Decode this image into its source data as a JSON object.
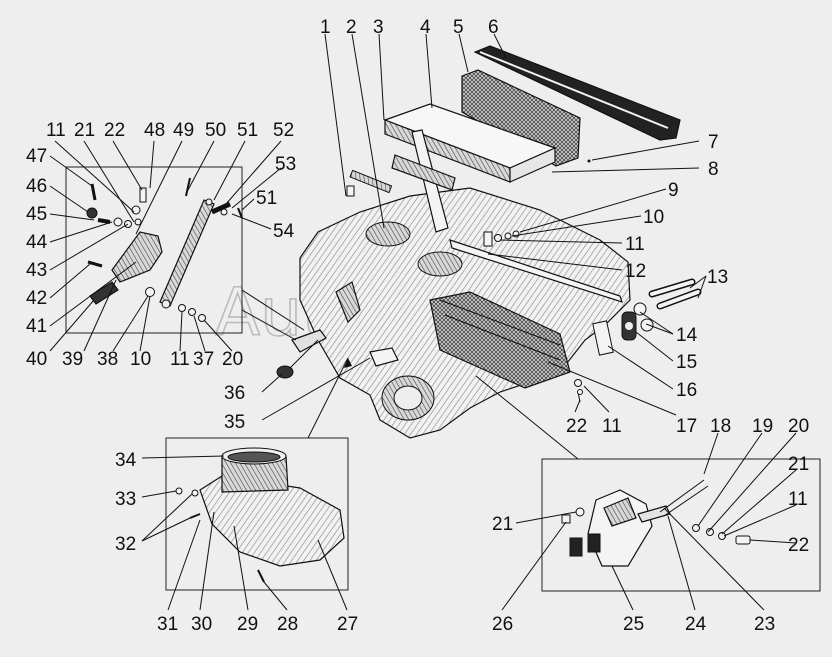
{
  "watermark": "AutoSoft",
  "palette": {
    "background": "#eeeeee",
    "ink": "#111111",
    "hatch": "#9a9a9a",
    "light": "#f4f4f4"
  },
  "callouts": {
    "c1": "1",
    "c2": "2",
    "c3": "3",
    "c4": "4",
    "c5": "5",
    "c6": "6",
    "c7": "7",
    "c8": "8",
    "c9": "9",
    "c10a": "10",
    "c11a": "11",
    "c12": "12",
    "c13": "13",
    "c14": "14",
    "c15": "15",
    "c16": "16",
    "c22a": "22",
    "c11b": "11",
    "c17": "17",
    "l11": "11",
    "l21": "21",
    "l22": "22",
    "l48": "48",
    "l49": "49",
    "l50": "50",
    "l51": "51",
    "l52": "52",
    "l53": "53",
    "l51b": "51",
    "l54": "54",
    "l47": "47",
    "l46": "46",
    "l45": "45",
    "l44": "44",
    "l43": "43",
    "l42": "42",
    "l41": "41",
    "l40": "40",
    "l39": "39",
    "l38": "38",
    "l10": "10",
    "l11c": "11",
    "l37": "37",
    "l20": "20",
    "l36": "36",
    "l35": "35",
    "b34": "34",
    "b33": "33",
    "b32": "32",
    "b31": "31",
    "b30": "30",
    "b29": "29",
    "b28": "28",
    "b27": "27",
    "r18": "18",
    "r19": "19",
    "r20": "20",
    "r21": "21",
    "r11": "11",
    "r22": "22",
    "r21b": "21",
    "r26": "26",
    "r25": "25",
    "r24": "24",
    "r23": "23"
  }
}
